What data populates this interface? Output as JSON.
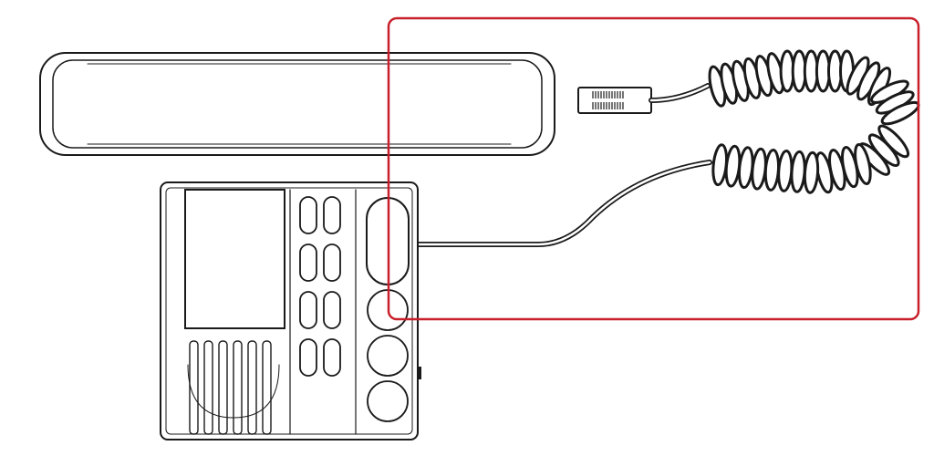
{
  "diagram": {
    "subject": "handset-with-coiled-cord-and-base-unit",
    "colors": {
      "line": "#1a1a1a",
      "fill": "#ffffff",
      "highlight": "#c8202b"
    },
    "parts": {
      "handset": {
        "icon": "handset-icon"
      },
      "base_unit": {
        "keypad_rows": 4,
        "keypad_cols": 2,
        "round_buttons": 3,
        "speaker_slots": 6
      },
      "coiled_cord": {
        "coils_upper": 18,
        "coils_lower": 15
      }
    },
    "highlight_box": {
      "label": ""
    }
  }
}
